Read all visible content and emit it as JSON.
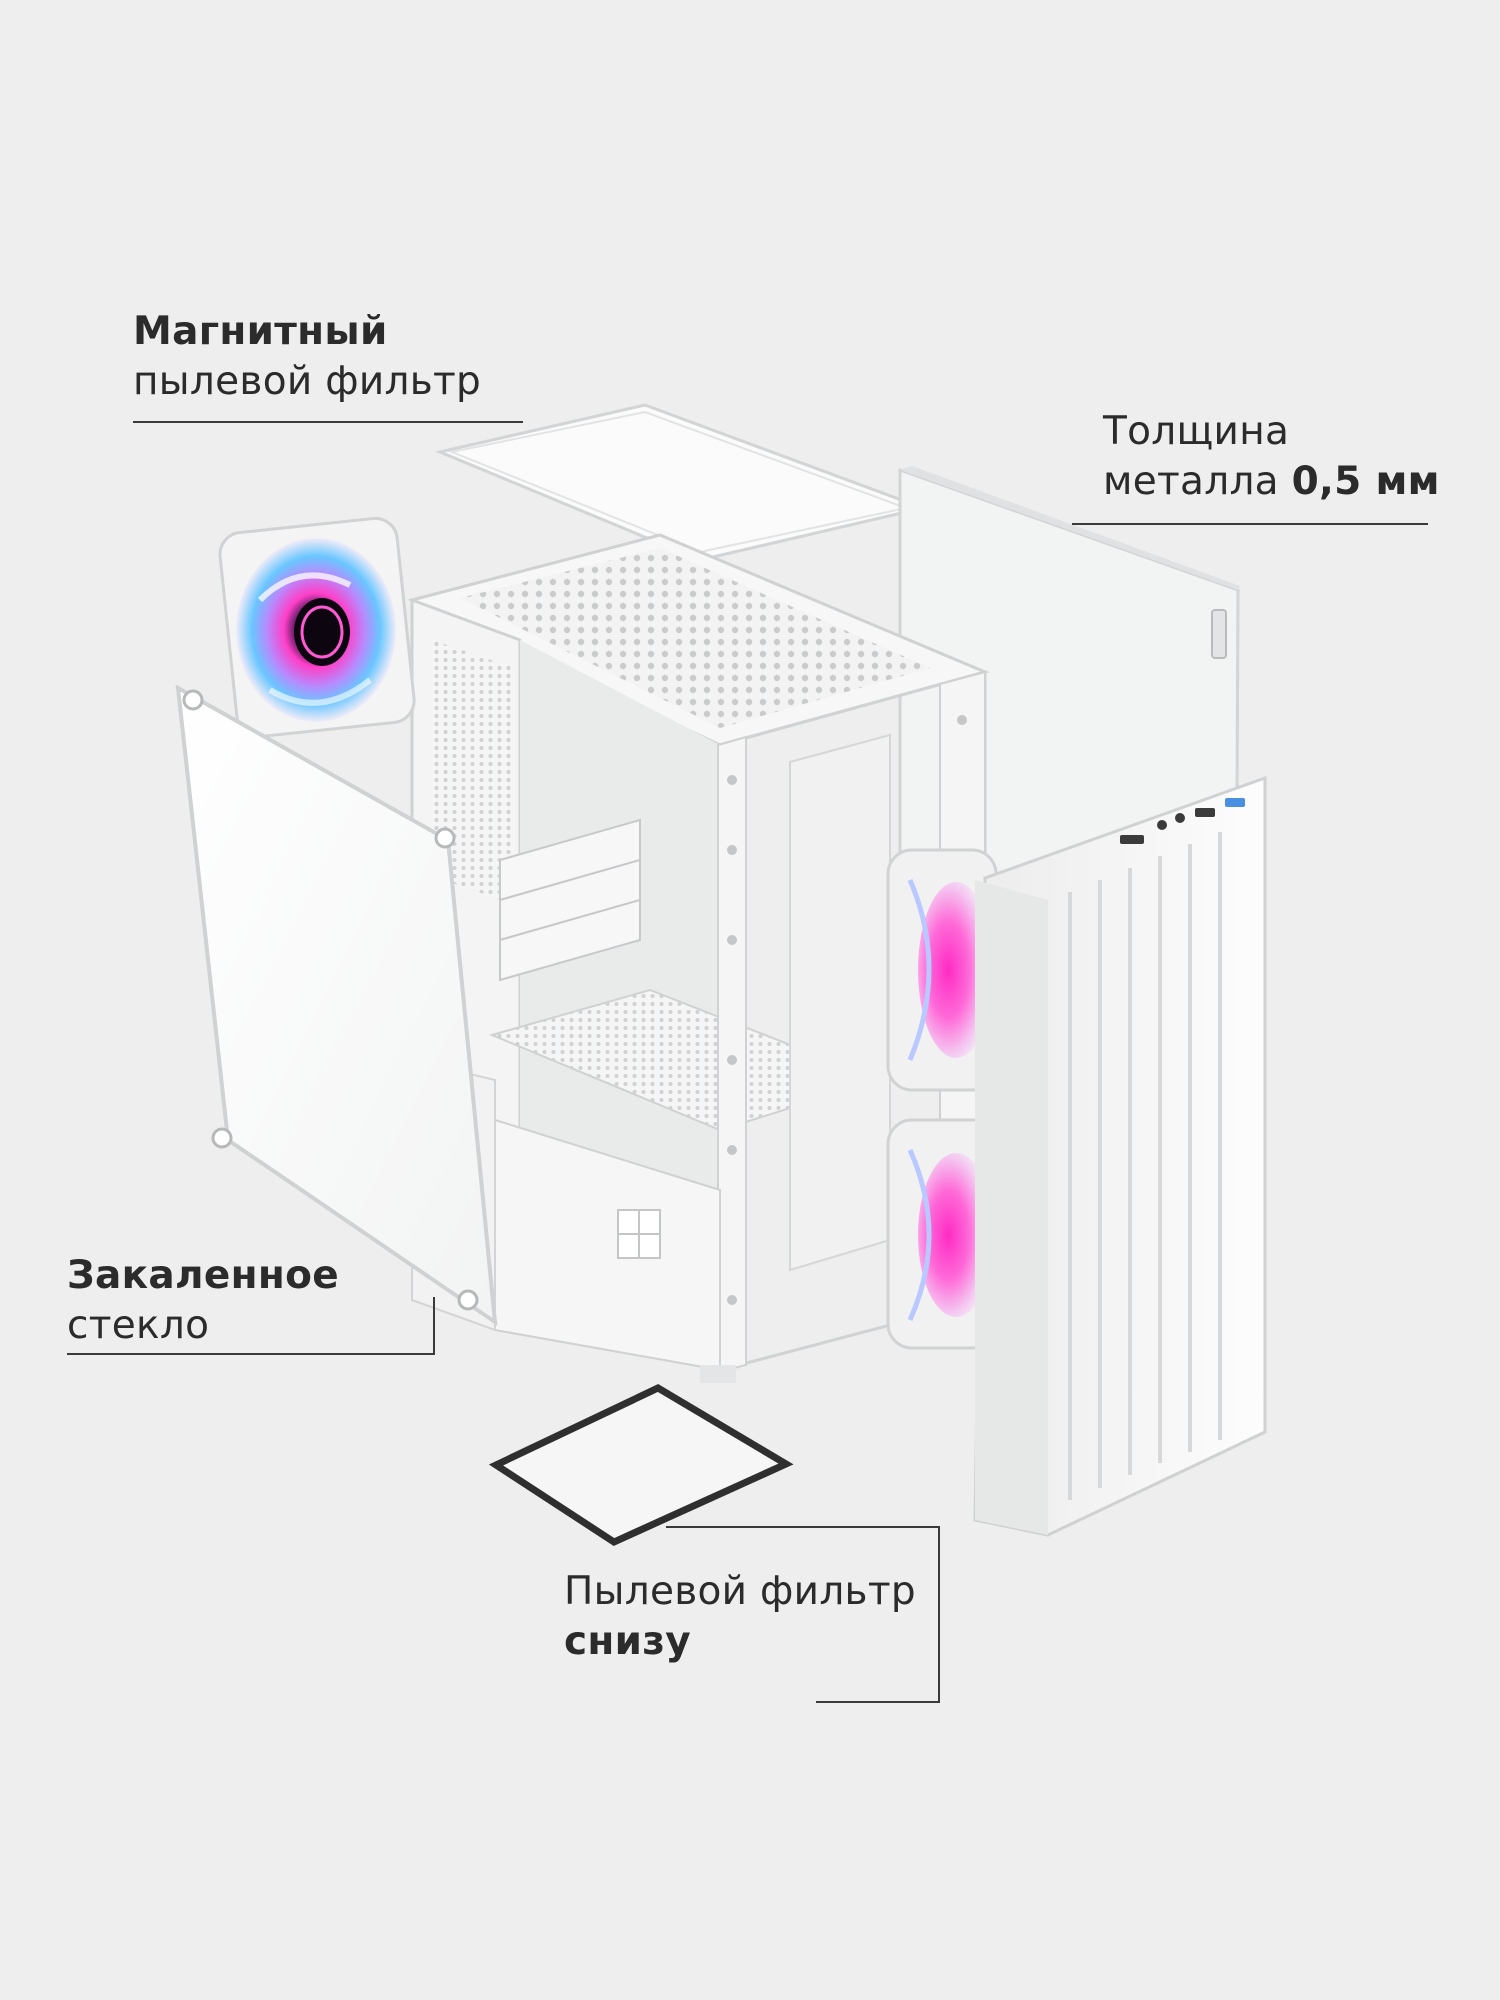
{
  "callouts": {
    "top_filter": {
      "bold": "Магнитный",
      "regular": "пылевой фильтр"
    },
    "metal": {
      "line1": "Толщина",
      "line2_regular": "металла",
      "line2_bold": "0,5 мм"
    },
    "glass": {
      "bold": "Закаленное",
      "regular": "стекло"
    },
    "bottom_filter": {
      "regular": "Пылевой фильтр",
      "bold": "снизу"
    }
  },
  "colors": {
    "background": "#edeeed",
    "case": "#f6f6f6",
    "case_edge": "#d3d5d6",
    "text": "#2b2b2b",
    "fan_pink": "#ff3fc8",
    "fan_blue": "#4ab6ff"
  }
}
